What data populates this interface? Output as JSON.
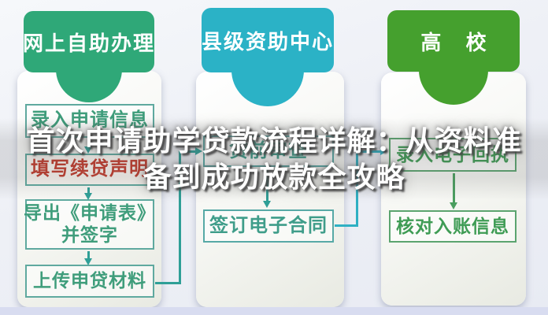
{
  "title": {
    "line1": "首次申请助学贷款流程详解：从资料准",
    "line2": "备到成功放款全攻略"
  },
  "columns": [
    {
      "header": "网上自助办理",
      "steps": [
        {
          "label": "录入申请信息"
        },
        {
          "label": "填写续贷声明"
        },
        {
          "lines": [
            "导出《申请表》",
            "并签字"
          ]
        },
        {
          "label": "上传申贷材料"
        }
      ]
    },
    {
      "header": "县级资助中心",
      "steps": [
        {
          "label": "贷前审查"
        },
        {
          "label": "签订电子合同"
        }
      ]
    },
    {
      "header": "高 校",
      "steps": [
        {
          "label": "录入电子回执"
        },
        {
          "label": "核对入账信息"
        }
      ]
    }
  ],
  "colors": {
    "tab1": "#2fa878",
    "tab2": "#2bb2c6",
    "tab3": "#45a02e",
    "step-green1": "#3f9d7b",
    "step-green2": "#3f9d8a",
    "step-green3": "#3f9c55",
    "step-red": "#c13a2c",
    "border1": "#5fa99f",
    "border2": "#57a9a6",
    "border3": "#5ba46f",
    "arrow1": "#2f9f97",
    "arrow2": "#2fb0c3",
    "arrow3": "#4a9e5f",
    "title-text": "#ffffff"
  }
}
